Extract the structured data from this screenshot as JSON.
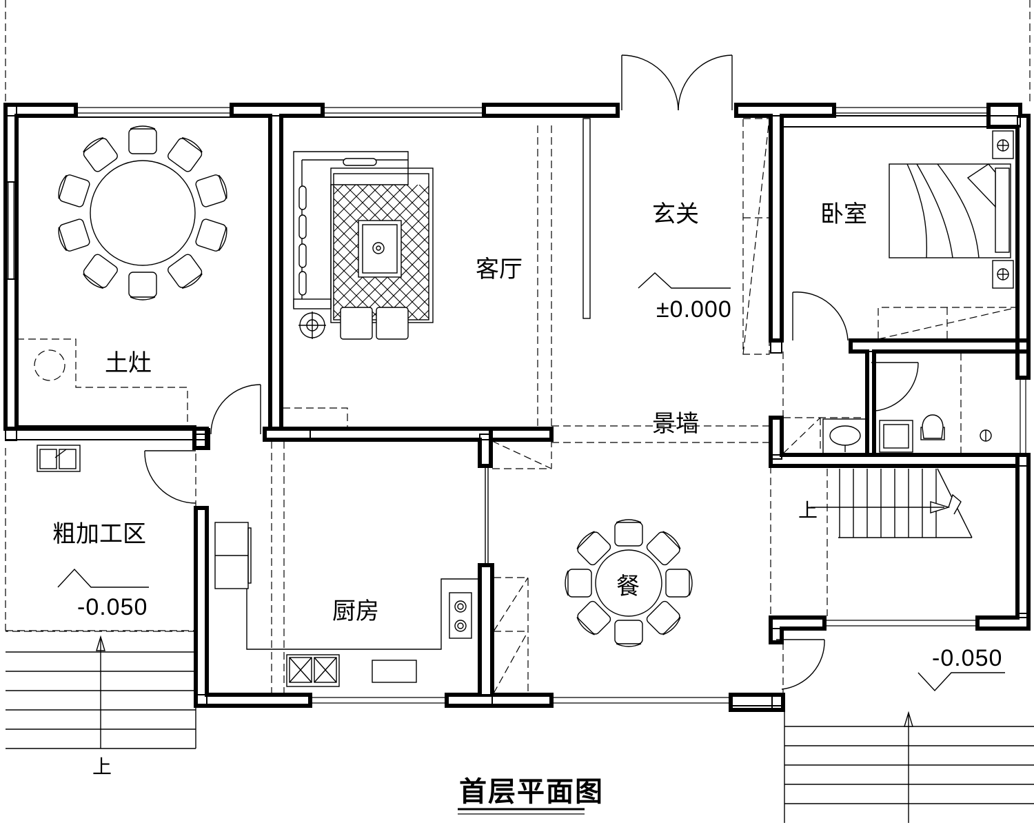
{
  "drawing": {
    "title": "首层平面图"
  },
  "rooms": {
    "tuzao": "土灶",
    "living": "客厅",
    "entry": "玄关",
    "bedroom": "卧室",
    "feature_wall": "景墙",
    "prep": "粗加工区",
    "kitchen": "厨房",
    "dining": "餐"
  },
  "levels": {
    "entry": "±0.000",
    "prep": "-0.050",
    "rear": "-0.050"
  },
  "stairs": {
    "up_label_left": "上",
    "up_label_stair": "上"
  }
}
